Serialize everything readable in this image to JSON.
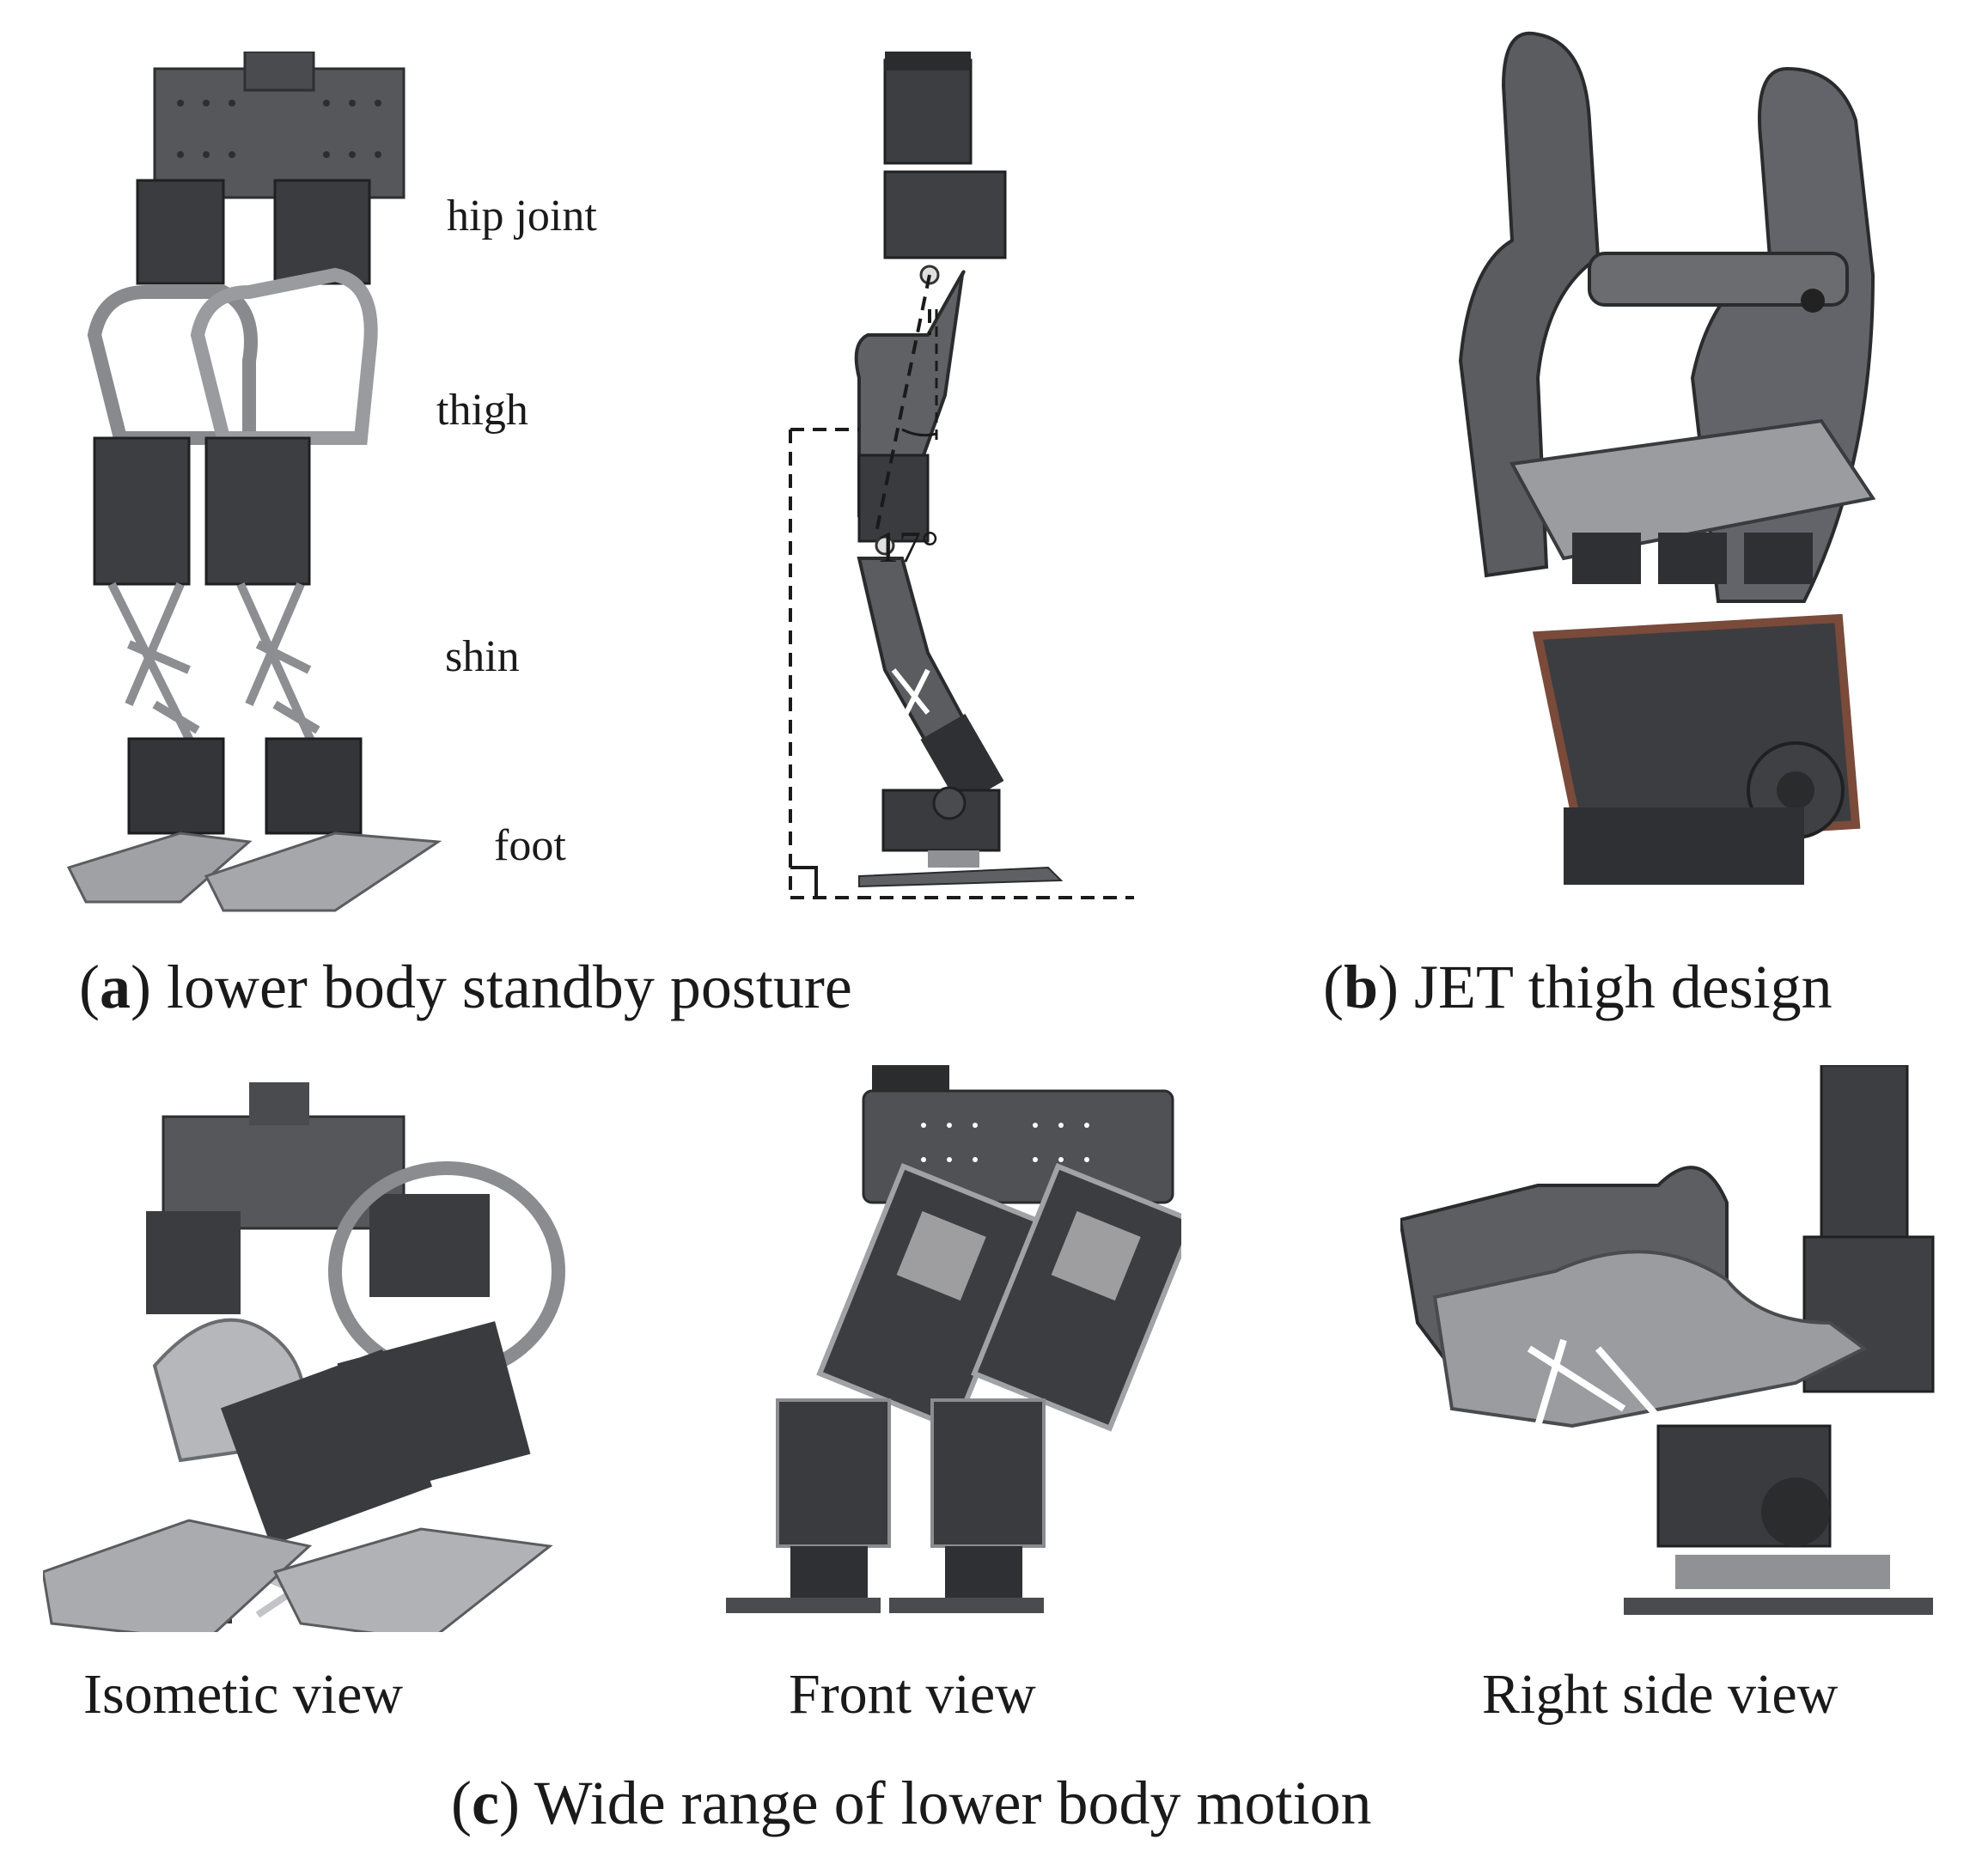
{
  "panel_a": {
    "labels": {
      "hip": "hip joint",
      "thigh": "thigh",
      "shin": "shin",
      "foot": "foot",
      "angle": "17°"
    },
    "caption": {
      "letter": "a",
      "text": "lower body standby posture"
    }
  },
  "panel_b": {
    "caption": {
      "letter": "b",
      "text": "JET thigh design"
    }
  },
  "panel_c": {
    "views": {
      "iso": "Isometic view",
      "front": "Front view",
      "side": "Right side view"
    },
    "caption": {
      "letter": "c",
      "text": "Wide range of lower body motion"
    }
  },
  "colors": {
    "metal_dark": "#3a3b3e",
    "metal_mid": "#6e7075",
    "metal_light": "#a7a9ad",
    "accent_copper": "#7a4a3a"
  }
}
